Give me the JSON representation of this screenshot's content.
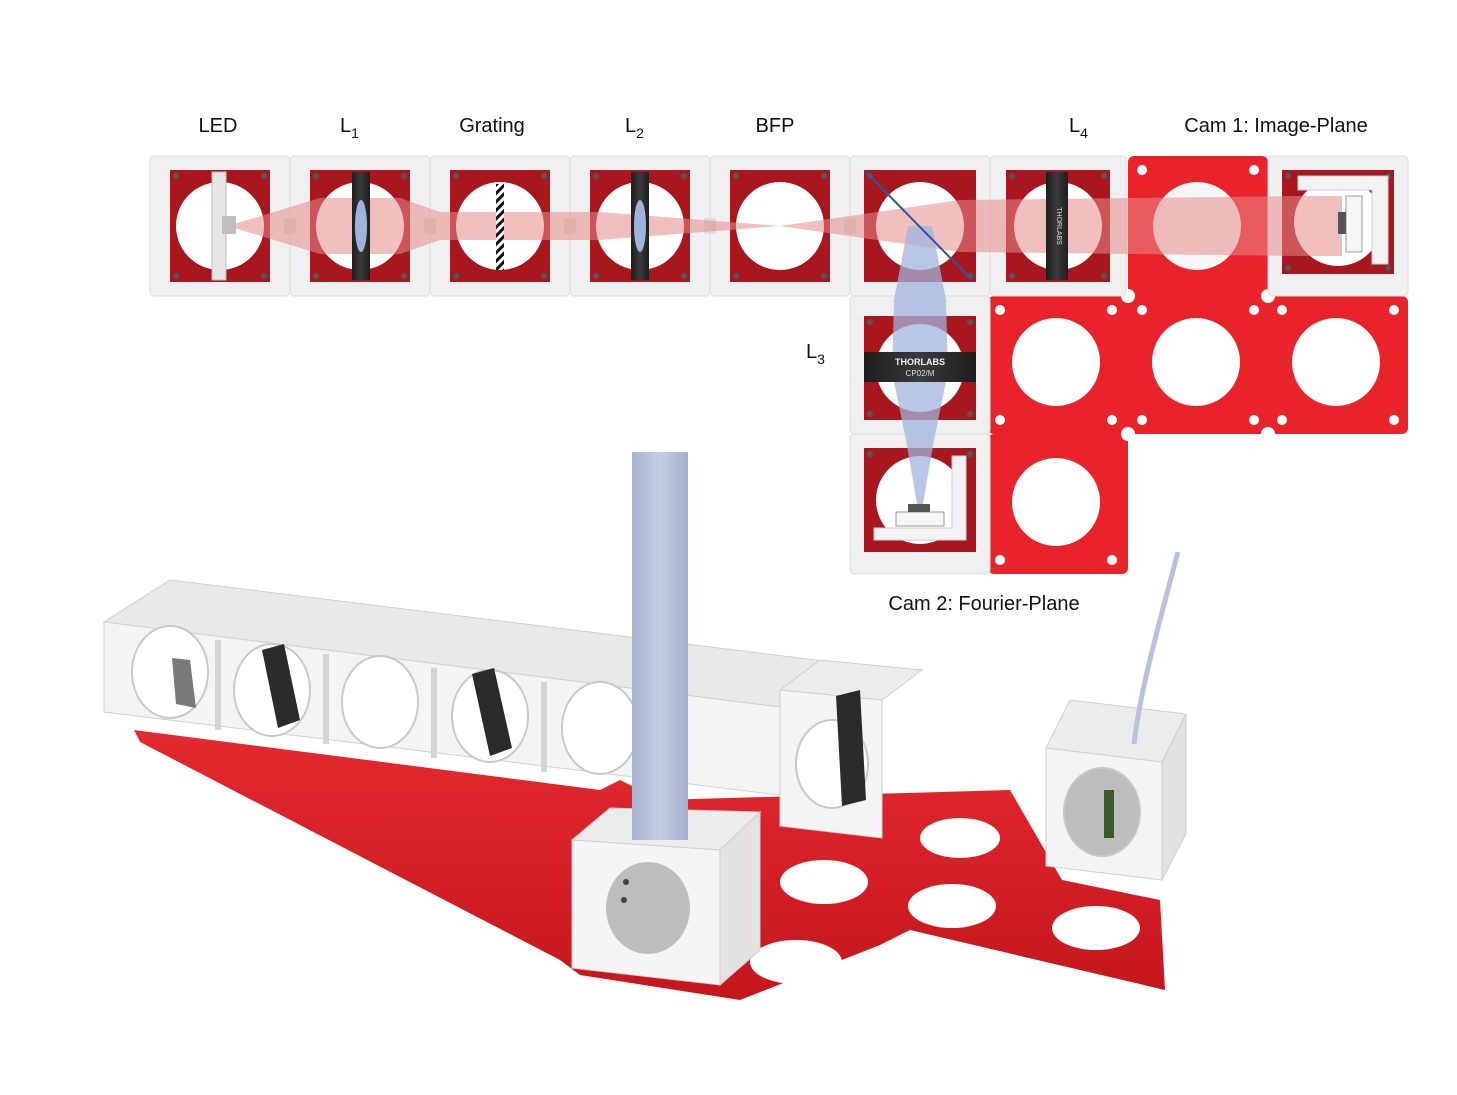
{
  "labels": {
    "led": "LED",
    "l1_main": "L",
    "l1_sub": "1",
    "grating": "Grating",
    "l2_main": "L",
    "l2_sub": "2",
    "bfp": "BFP",
    "l4_main": "L",
    "l4_sub": "4",
    "cam1": "Cam 1: Image-Plane",
    "l3_main": "L",
    "l3_sub": "3",
    "cam2": "Cam 2: Fourier-Plane"
  },
  "lens_text": {
    "brand": "THORLABS",
    "model": "CP02/M"
  },
  "colors": {
    "cube_red": "#a8161e",
    "plate_red": "#e8232a",
    "beam_red": "#e88a8a",
    "beam_blue": "#9fb4dc",
    "cube_white": "#f2f2f2",
    "holder_black": "#2b2b2b",
    "mirror_line": "#2a56a8"
  }
}
